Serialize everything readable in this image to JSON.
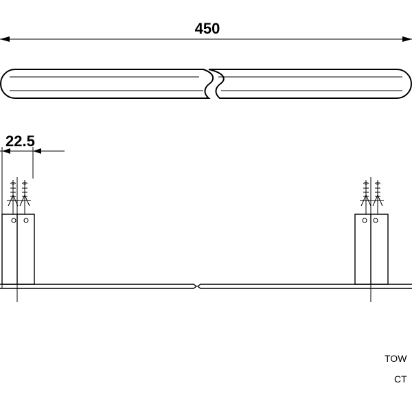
{
  "dimensions": {
    "overall_length": "450",
    "mount_offset": "22.5"
  },
  "product_code": {
    "line1": "TOW",
    "line2": "CT"
  }
}
